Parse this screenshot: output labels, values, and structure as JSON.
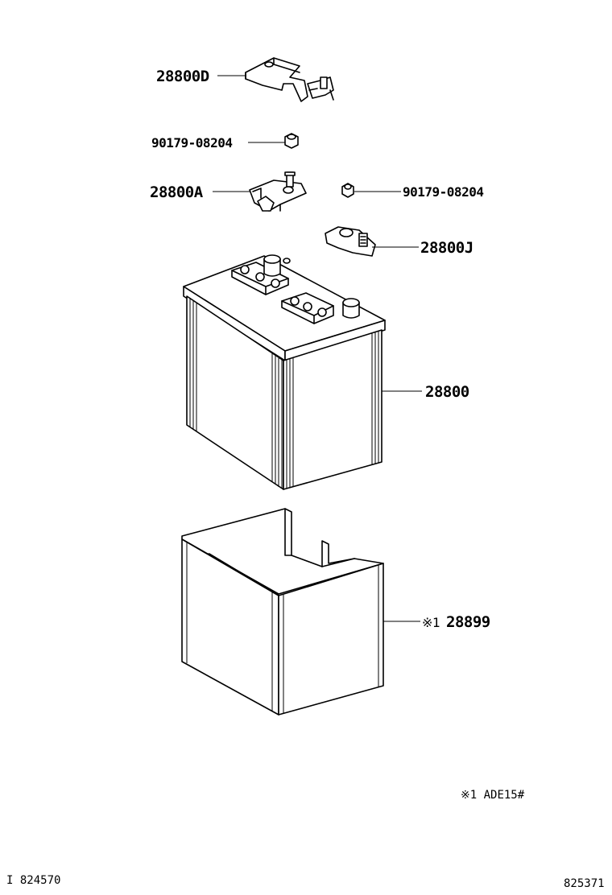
{
  "callouts": {
    "bracket_hold_down": "28800D",
    "nut_upper": "90179-08204",
    "terminal_negative": "28800A",
    "nut_right": "90179-08204",
    "terminal_positive": "28800J",
    "battery": "28800",
    "insulator_mark": "※1",
    "insulator": "28899"
  },
  "footnote": "※1 ADE15#",
  "footer": {
    "left_code": "I 824570",
    "right_code": "825371"
  }
}
